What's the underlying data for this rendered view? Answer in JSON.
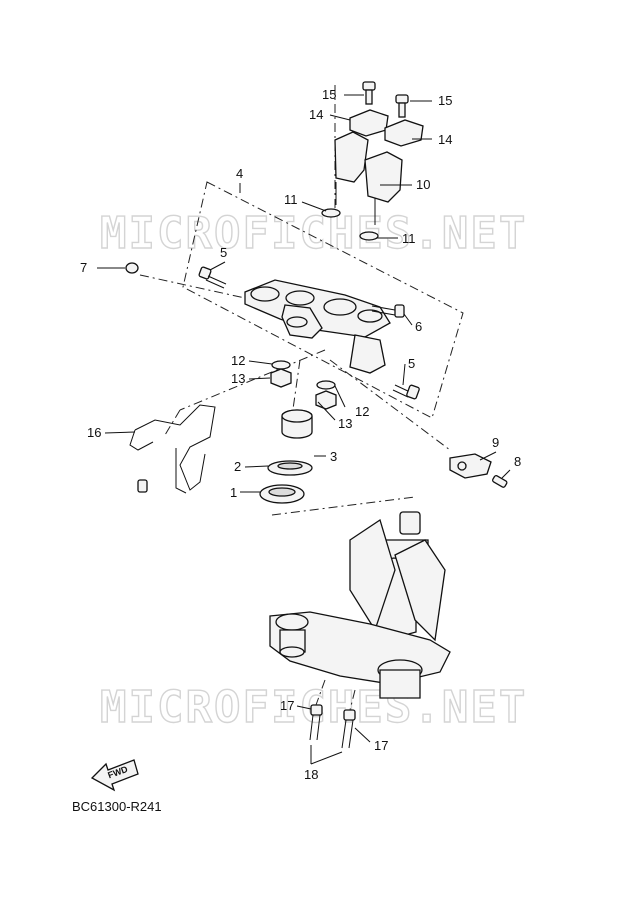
{
  "watermark": "MICROFICHES.NET",
  "diagram_code": "BC61300-R241",
  "fwd_label": "FWD",
  "callouts": {
    "c15a": "15",
    "c15b": "15",
    "c14a": "14",
    "c14b": "14",
    "c10": "10",
    "c4": "4",
    "c11a": "11",
    "c11b": "11",
    "c5a": "5",
    "c5b": "5",
    "c7": "7",
    "c6": "6",
    "c12a": "12",
    "c12b": "12",
    "c13a": "13",
    "c13b": "13",
    "c16": "16",
    "c3": "3",
    "c2": "2",
    "c1": "1",
    "c9": "9",
    "c8": "8",
    "c17a": "17",
    "c17b": "17",
    "c18": "18"
  }
}
